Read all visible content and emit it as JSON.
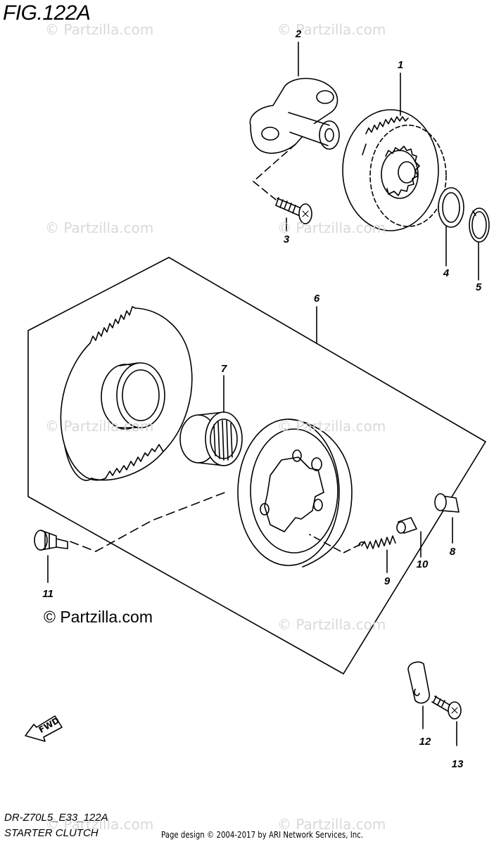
{
  "figure": {
    "title": "FIG.122A"
  },
  "callouts": [
    {
      "id": "callout-1",
      "label": "1"
    },
    {
      "id": "callout-2",
      "label": "2"
    },
    {
      "id": "callout-3",
      "label": "3"
    },
    {
      "id": "callout-4",
      "label": "4"
    },
    {
      "id": "callout-5",
      "label": "5"
    },
    {
      "id": "callout-6",
      "label": "6"
    },
    {
      "id": "callout-7",
      "label": "7"
    },
    {
      "id": "callout-8",
      "label": "8"
    },
    {
      "id": "callout-9",
      "label": "9"
    },
    {
      "id": "callout-10",
      "label": "10"
    },
    {
      "id": "callout-11",
      "label": "11"
    },
    {
      "id": "callout-12",
      "label": "12"
    },
    {
      "id": "callout-13",
      "label": "13"
    }
  ],
  "copyright": "© Partzilla.com",
  "watermark": "© Partzilla.com",
  "fwd_label": "FWD",
  "footer": {
    "model_code": "DR-Z70L5_E33_122A",
    "section_name": "STARTER CLUTCH",
    "page_credit": "Page design © 2004-2017 by ARI Network Services, Inc."
  }
}
